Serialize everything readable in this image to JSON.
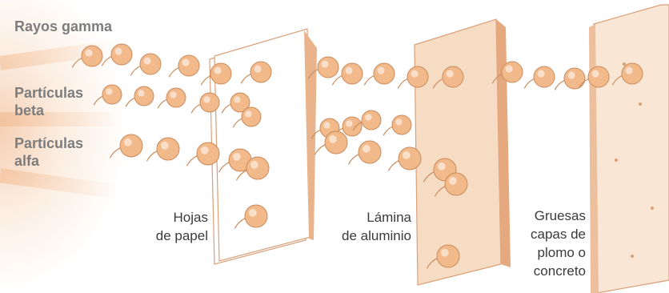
{
  "labels": {
    "gamma": "Rayos gamma",
    "beta_line1": "Partículas",
    "beta_line2": "beta",
    "alpha_line1": "Partículas",
    "alpha_line2": "alfa"
  },
  "barriers": {
    "paper": {
      "line1": "Hojas",
      "line2": "de papel"
    },
    "aluminum": {
      "line1": "Lámina",
      "line2": "de aluminio"
    },
    "lead": {
      "line1": "Gruesas",
      "line2": "capas de",
      "line3": "plomo o",
      "line4": "concreto"
    }
  },
  "colors": {
    "particle_fill": "#f2b98a",
    "particle_stroke": "#c98b5c",
    "barrier_fill": "#f7dcc4",
    "barrier_edge": "#d9a07a",
    "label_gray": "#7d7d7d",
    "label_dark": "#3a3a3a"
  }
}
